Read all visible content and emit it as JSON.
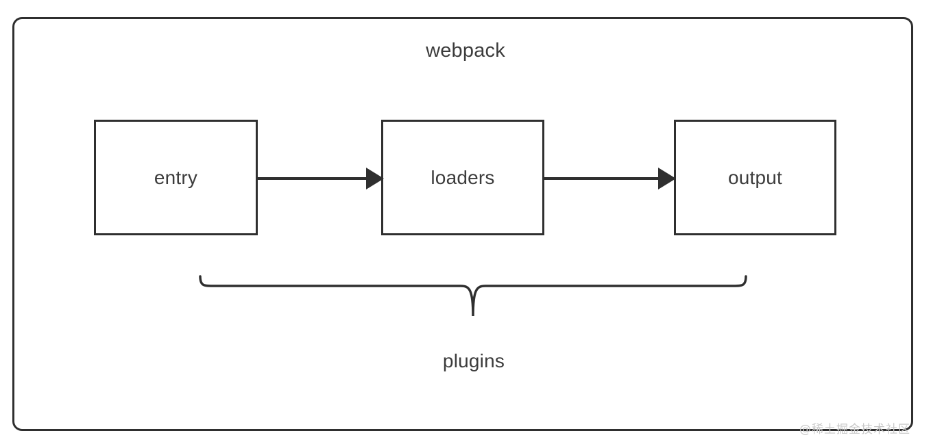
{
  "diagram": {
    "title": "webpack",
    "stages": [
      {
        "id": "entry",
        "label": "entry"
      },
      {
        "id": "loaders",
        "label": "loaders"
      },
      {
        "id": "output",
        "label": "output"
      }
    ],
    "arrows": [
      {
        "id": "entry-to-loaders",
        "from": "entry",
        "to": "loaders",
        "style": "solid-arrow"
      },
      {
        "id": "loaders-to-output",
        "from": "loaders",
        "to": "output",
        "style": "solid-arrow"
      }
    ],
    "brace": {
      "label": "plugins",
      "spans": [
        "entry",
        "loaders",
        "output"
      ],
      "orientation": "down"
    },
    "colors": {
      "stroke": "#2f2f2f",
      "text": "#3c3c3c",
      "background": "#ffffff",
      "watermark": "#c9c9c9"
    }
  },
  "watermark": {
    "text": "@稀土掘金技术社区"
  }
}
